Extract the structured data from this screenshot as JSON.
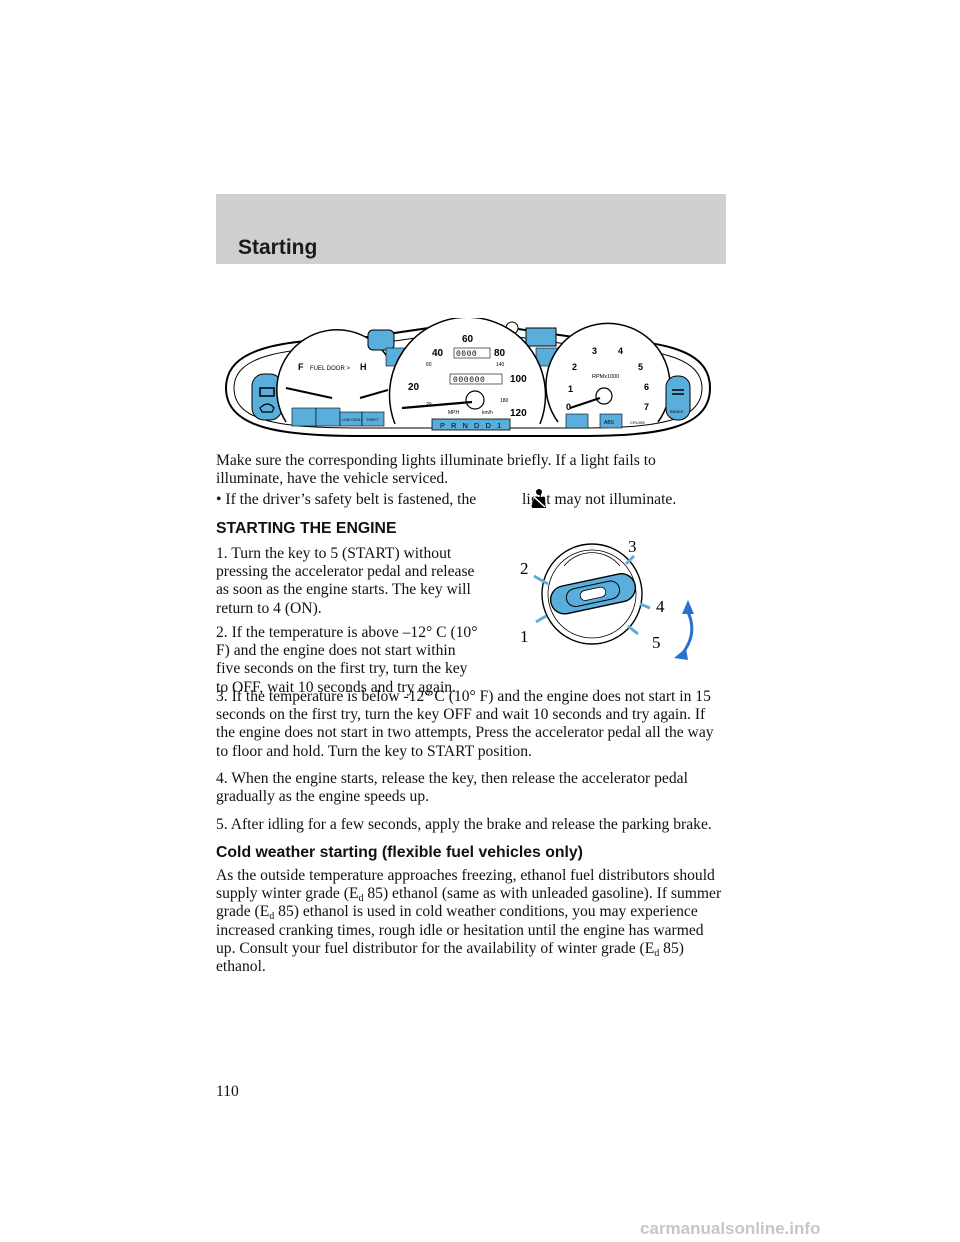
{
  "header": {
    "title": "Starting"
  },
  "cluster": {
    "fuel_gauge": {
      "fuel_door_label": "FUEL DOOR >",
      "full": "F",
      "hot": "H",
      "low_coolant": "LOW COOLANT",
      "theft": "THEFT"
    },
    "speedometer": {
      "mph_ticks": [
        "20",
        "40",
        "60",
        "80",
        "100",
        "120"
      ],
      "kmh_ticks": [
        "20",
        "60",
        "140",
        "180"
      ],
      "odometer": "000000",
      "trip": "0000",
      "mph_label": "MPH",
      "kmh_label": "km/h",
      "prnd": "P R N D D 1"
    },
    "tachometer": {
      "ticks": [
        "0",
        "1",
        "2",
        "3",
        "4",
        "5",
        "6",
        "7"
      ],
      "label": "RPMx1000",
      "abs": "ABS",
      "cruise": "CRUISE",
      "brake": "BRAKE"
    }
  },
  "intro": "Make sure the corresponding lights illuminate briefly. If a light fails to illuminate, have the vehicle serviced.",
  "bullet_symbol": "•",
  "bullet_before": "If the driver’s safety belt is fastened, the",
  "bullet_after": "light may not illuminate.",
  "section_heading": "STARTING THE ENGINE",
  "steps": {
    "s1": "1. Turn the key to 5 (START) without pressing the accelerator pedal and release as soon as the engine starts. The key will return to 4 (ON).",
    "s2": "2. If the temperature is above –12° C (10° F) and the engine does not start within five seconds on the first try, turn the key to OFF, wait 10 seconds and try again.",
    "s3": "3. If the temperature is below -12° C (10° F) and the engine does not start in 15 seconds on the first try, turn the key OFF and wait 10 seconds and try again. If the engine does not start in two attempts, Press the accelerator pedal all the way to floor and hold. Turn the key to START position.",
    "s4": "4. When the engine starts, release the key, then release the accelerator pedal gradually as the engine speeds up.",
    "s5": "5. After idling for a few seconds, apply the brake and release the parking brake."
  },
  "key_figure": {
    "labels": [
      "1",
      "2",
      "3",
      "4",
      "5"
    ]
  },
  "subheading": "Cold weather starting (flexible fuel vehicles only)",
  "cold": {
    "p1": "As the outside temperature approaches freezing, ethanol fuel distributors should supply winter grade (E",
    "sub": "d",
    "p2": " 85) ethanol (same as with unleaded gasoline). If summer grade (E",
    "p3": " 85) ethanol is used in cold weather conditions, you may experience increased cranking times, rough idle or hesitation until the engine has warmed up. Consult your fuel distributor for the availability of winter grade (E",
    "p4": " 85) ethanol."
  },
  "page_number": "110",
  "watermark": "carmanualsonline.info",
  "colors": {
    "indicator_blue": "#5aaedc",
    "header_gray": "#cfcfcf"
  }
}
